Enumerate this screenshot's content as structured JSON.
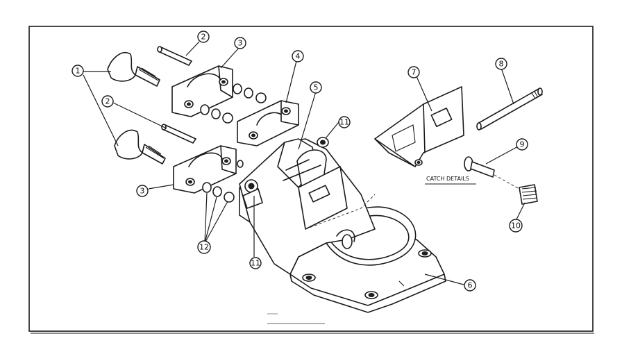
{
  "callouts": [
    {
      "id": "c1",
      "label": "1"
    },
    {
      "id": "c2a",
      "label": "2"
    },
    {
      "id": "c2b",
      "label": "2"
    },
    {
      "id": "c3a",
      "label": "3"
    },
    {
      "id": "c3b",
      "label": "3"
    },
    {
      "id": "c4",
      "label": "4"
    },
    {
      "id": "c5",
      "label": "5"
    },
    {
      "id": "c6",
      "label": "6"
    },
    {
      "id": "c7",
      "label": "7"
    },
    {
      "id": "c8",
      "label": "8"
    },
    {
      "id": "c9",
      "label": "9"
    },
    {
      "id": "c10",
      "label": "10"
    },
    {
      "id": "c11a",
      "label": "11"
    },
    {
      "id": "c11b",
      "label": "11"
    },
    {
      "id": "c12",
      "label": "12"
    }
  ],
  "detail_caption": "CATCH  DETAILS"
}
